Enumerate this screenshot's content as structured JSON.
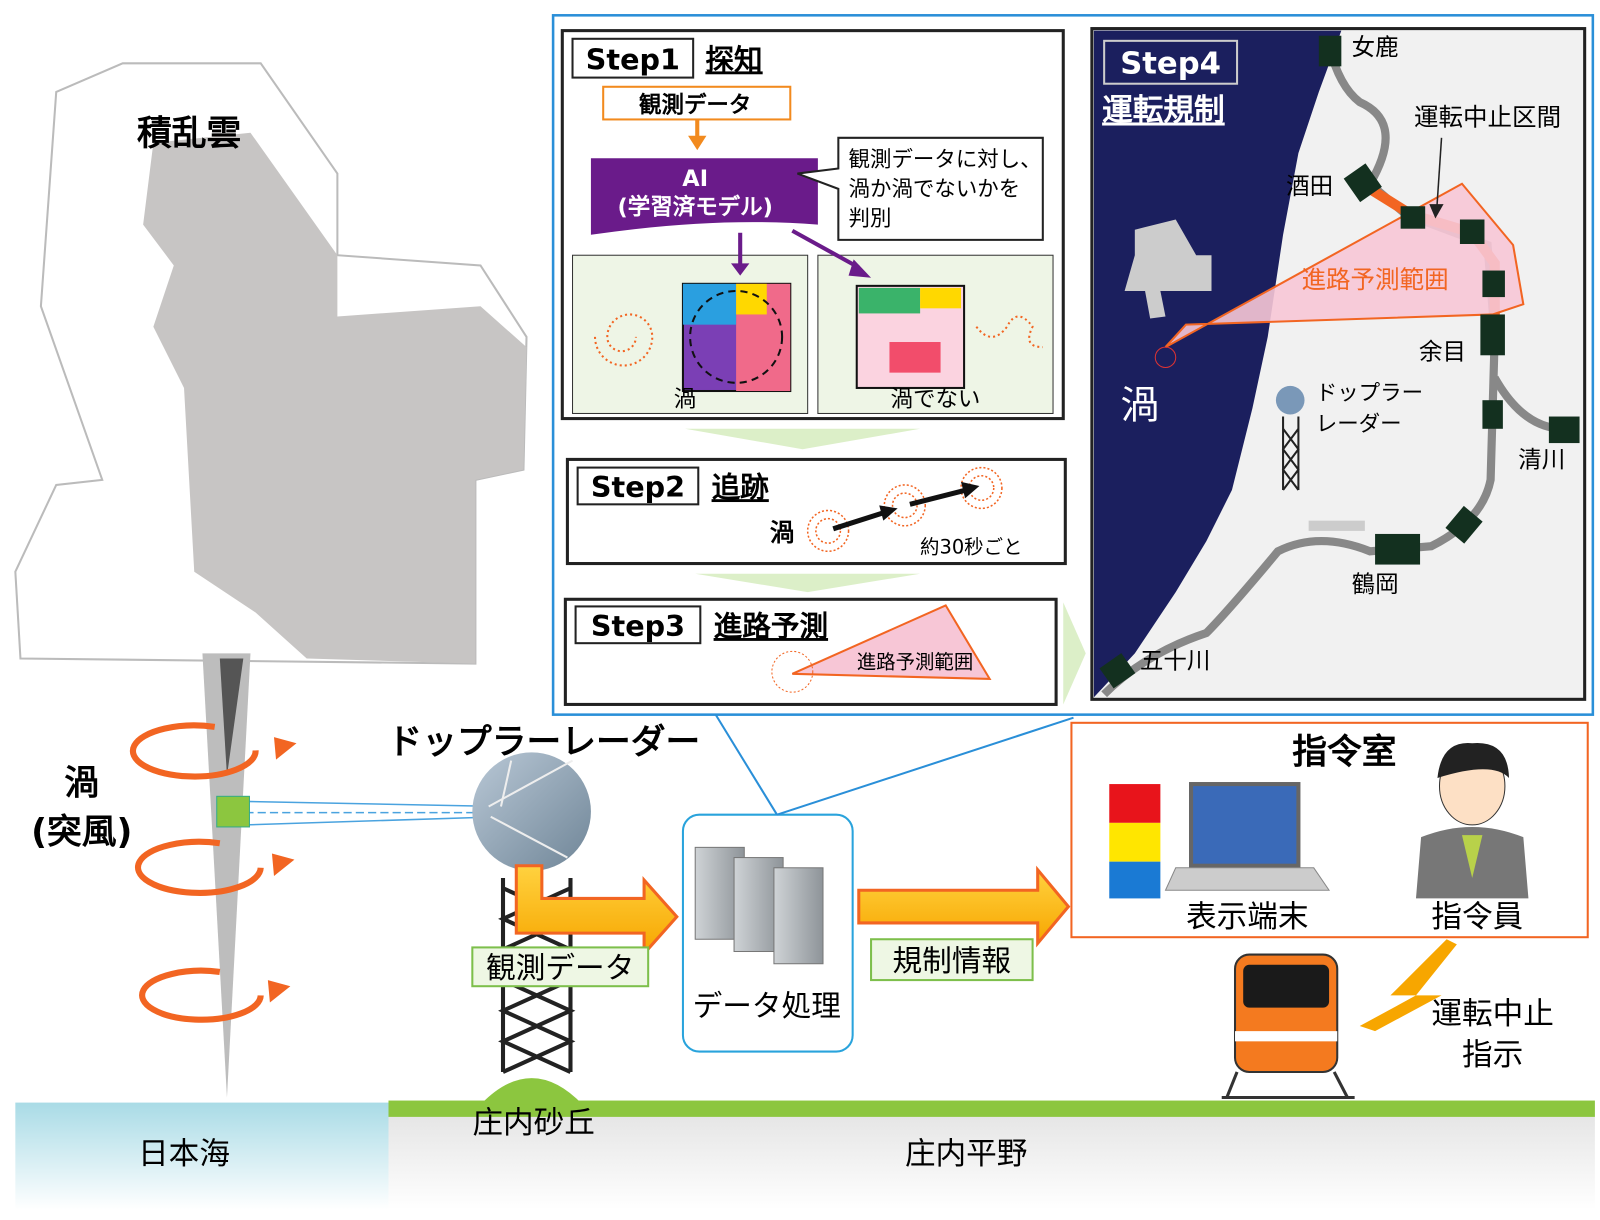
{
  "colors": {
    "orange": "#f26522",
    "purple": "#6a1b8a",
    "navy": "#1b1f5e",
    "blue_frame": "#2a8fd8",
    "station": "#13301f",
    "pink": "#f7c6d6",
    "green_label": "#7dbf4b"
  },
  "scene": {
    "cloud_label": "積乱雲",
    "vortex_label_1": "渦",
    "vortex_label_2": "(突風)",
    "radar_label": "ドップラーレーダー",
    "obs_data_label": "観測データ",
    "data_processing_label": "データ処理",
    "regulation_info_label": "規制情報",
    "sea_label": "日本海",
    "dune_label": "庄内砂丘",
    "plain_label": "庄内平野"
  },
  "control_room": {
    "title": "指令室",
    "terminal_label": "表示端末",
    "dispatcher_label": "指令員",
    "stop_instruction_1": "運転中止",
    "stop_instruction_2": "指示"
  },
  "steps": {
    "step1": {
      "badge": "Step1",
      "title": "探知",
      "input": "観測データ",
      "ai_line1": "AI",
      "ai_line2": "(学習済モデル)",
      "callout": [
        "観測データに対し、",
        "渦か渦でないかを",
        "判別"
      ],
      "vortex_label": "渦",
      "not_vortex_label": "渦でない"
    },
    "step2": {
      "badge": "Step2",
      "title": "追跡",
      "vortex_label": "渦",
      "interval": "約30秒ごと"
    },
    "step3": {
      "badge": "Step3",
      "title": "進路予測",
      "range_label": "進路予測範囲"
    },
    "step4": {
      "badge": "Step4",
      "title": "運転規制",
      "suspended_section": "運転中止区間",
      "range_label": "進路予測範囲",
      "vortex_label": "渦",
      "radar_line1": "ドップラー",
      "radar_line2": "レーダー",
      "stations": [
        "女鹿",
        "酒田",
        "余目",
        "清川",
        "鶴岡",
        "五十川"
      ]
    }
  }
}
